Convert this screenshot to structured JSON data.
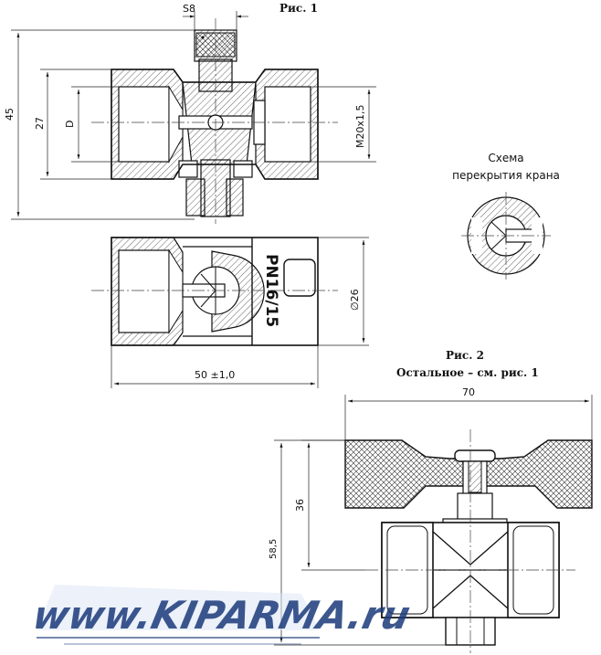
{
  "labels": {
    "fig1_title": "Рис. 1",
    "fig2_title": "Рис. 2",
    "fig2_note": "Остальное – см. рис. 1",
    "scheme_line1": "Схема",
    "scheme_line2": "перекрытия крана",
    "dim_s8": "S8",
    "dim_45": "45",
    "dim_27": "27",
    "dim_D": "D",
    "dim_m20": "M20x1,5",
    "dim_d26": "∅26",
    "dim_50": "50 ±1,0",
    "dim_70": "70",
    "dim_36": "36",
    "dim_585": "58,5",
    "marking": "PN16/15"
  },
  "watermark": {
    "text": "www.KIPARMA.ru",
    "color": "#1b3a7a"
  },
  "colors": {
    "ink": "#111111",
    "background": "#ffffff"
  }
}
